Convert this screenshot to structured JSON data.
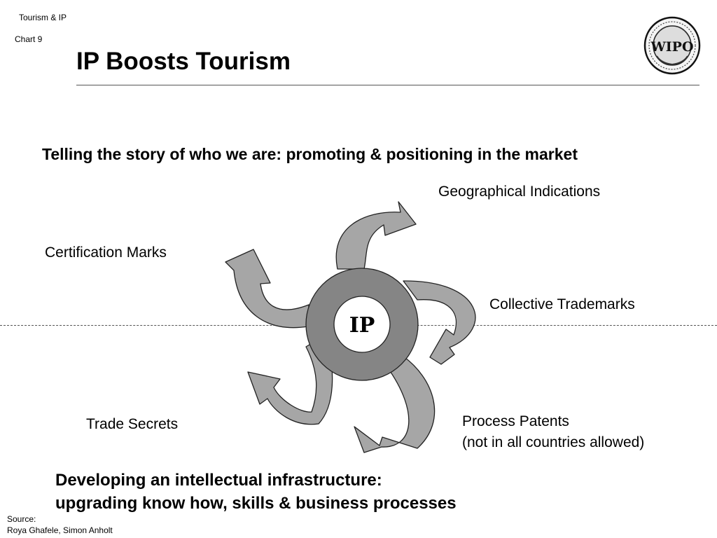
{
  "header": {
    "section": "Tourism & IP",
    "chart_label": "Chart 9",
    "title": "IP Boosts Tourism",
    "logo_text": "WIPO"
  },
  "tagline_top": "Telling the story of who we are: promoting & positioning in the market",
  "diagram": {
    "center_label": "IP",
    "labels": {
      "geographical_indications": "Geographical Indications",
      "certification_marks": "Certification Marks",
      "collective_trademarks": "Collective Trademarks",
      "process_patents": "Process Patents",
      "process_patents_note": "(not in all countries allowed)",
      "trade_secrets": "Trade Secrets"
    },
    "colors": {
      "ring": "#858585",
      "arrow_fill": "#a6a6a6",
      "arrow_dark": "#7d7d7d",
      "outline": "#222222"
    }
  },
  "bottom": {
    "line1": "Developing an intellectual infrastructure:",
    "line2": "upgrading know how, skills & business processes"
  },
  "source": {
    "label": "Source:",
    "authors": "Roya Ghafele, Simon Anholt"
  }
}
